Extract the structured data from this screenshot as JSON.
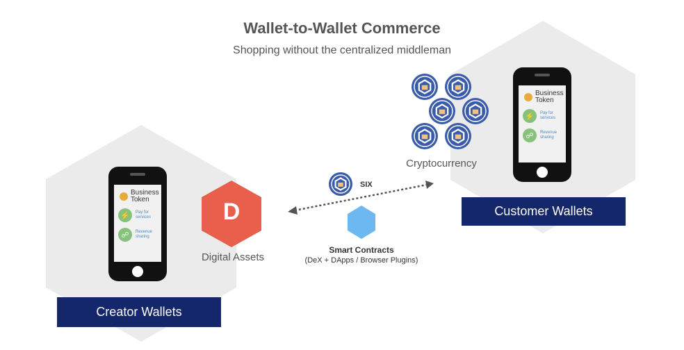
{
  "title": "Wallet-to-Wallet Commerce",
  "subtitle": "Shopping without the centralized middleman",
  "creator": {
    "banner": "Creator Wallets",
    "token": "Business Token",
    "item1": "Pay for services",
    "item2": "Revenue sharing"
  },
  "customer": {
    "banner": "Customer Wallets",
    "token": "Business Token",
    "item1": "Pay for services",
    "item2": "Revenue sharing"
  },
  "digital_assets": {
    "letter": "D",
    "label": "Digital Assets"
  },
  "crypto": {
    "label": "Cryptocurrency"
  },
  "six": {
    "label": "SIX"
  },
  "smart_contracts": {
    "title": "Smart Contracts",
    "subtitle": "(DeX + DApps / Browser Plugins)"
  },
  "colors": {
    "banner": "#14276b",
    "hex_bg": "#ebebeb",
    "digital_assets": "#e8604c",
    "smart_contract": "#6db8f0",
    "six_coin": "#3a5bab"
  }
}
